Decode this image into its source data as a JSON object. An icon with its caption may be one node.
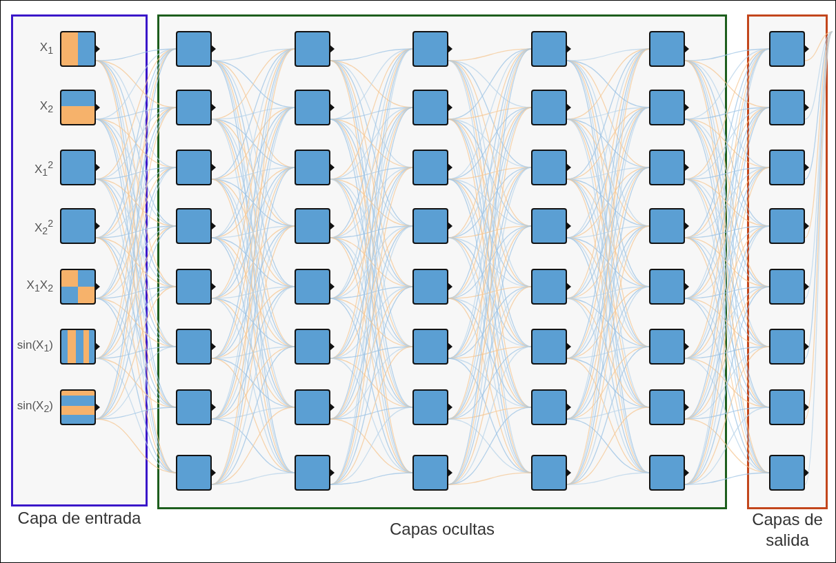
{
  "diagram": {
    "nodes": [
      {
        "text": [
          "Capa de entrada"
        ]
      },
      {
        "text": [],
        "shape": "picture",
        "in": 0,
        "beside": [
          "X$_{1}$"
        ]
      },
      {
        "text": [],
        "shape": "picture",
        "in": 0,
        "beside": [
          "X$_{2}$"
        ]
      },
      {
        "text": [],
        "shape": "box",
        "in": 0,
        "beside": [
          "X$_{1}$$^{2}$"
        ]
      },
      {
        "text": [],
        "shape": "box",
        "in": 0,
        "beside": [
          "X$_{2}$$^{2}$"
        ]
      },
      {
        "text": [],
        "shape": "picture",
        "in": 0,
        "beside": [
          "X$_{1}$X$_{2}$"
        ]
      },
      {
        "text": [],
        "shape": "picture",
        "in": 0,
        "beside": [
          "sin(X$_{1}$)"
        ]
      },
      {
        "text": [],
        "shape": "picture",
        "in": 0,
        "beside": [
          "sin(X$_{2}$)"
        ]
      },
      {
        "text": [
          "Capas ocultas"
        ]
      },
      {
        "text": [],
        "shape": "box",
        "in": 8
      },
      {
        "text": [],
        "shape": "box",
        "in": 8
      },
      {
        "text": [],
        "shape": "box",
        "in": 8
      },
      {
        "text": [],
        "shape": "box",
        "in": 8
      },
      {
        "text": [],
        "shape": "box",
        "in": 8
      },
      {
        "text": [],
        "shape": "box",
        "in": 8
      },
      {
        "text": [],
        "shape": "box",
        "in": 8
      },
      {
        "text": [],
        "shape": "box",
        "in": 8
      },
      {
        "text": [],
        "shape": "box",
        "in": 8
      },
      {
        "text": [],
        "shape": "box",
        "in": 8
      },
      {
        "text": [],
        "shape": "box",
        "in": 8
      },
      {
        "text": [],
        "shape": "box",
        "in": 8
      },
      {
        "text": [],
        "shape": "box",
        "in": 8
      },
      {
        "text": [],
        "shape": "box",
        "in": 8
      },
      {
        "text": [],
        "shape": "box",
        "in": 8
      },
      {
        "text": [],
        "shape": "box",
        "in": 8
      },
      {
        "text": [],
        "shape": "box",
        "in": 8
      },
      {
        "text": [],
        "shape": "box",
        "in": 8
      },
      {
        "text": [],
        "shape": "box",
        "in": 8
      },
      {
        "text": [],
        "shape": "box",
        "in": 8
      },
      {
        "text": [],
        "shape": "box",
        "in": 8
      },
      {
        "text": [],
        "shape": "box",
        "in": 8
      },
      {
        "text": [],
        "shape": "box",
        "in": 8
      },
      {
        "text": [],
        "shape": "box",
        "in": 8
      },
      {
        "text": [],
        "shape": "box",
        "in": 8
      },
      {
        "text": [],
        "shape": "box",
        "in": 8
      },
      {
        "text": [],
        "shape": "box",
        "in": 8
      },
      {
        "text": [],
        "shape": "box",
        "in": 8
      },
      {
        "text": [],
        "shape": "box",
        "in": 8
      },
      {
        "text": [],
        "shape": "box",
        "in": 8
      },
      {
        "text": [],
        "shape": "box",
        "in": 8
      },
      {
        "text": [],
        "shape": "box",
        "in": 8
      },
      {
        "text": [],
        "shape": "box",
        "in": 8
      },
      {
        "text": [],
        "shape": "box",
        "in": 8
      },
      {
        "text": [],
        "shape": "box",
        "in": 8
      },
      {
        "text": [],
        "shape": "box",
        "in": 8
      },
      {
        "text": [],
        "shape": "box",
        "in": 8
      },
      {
        "text": [],
        "shape": "box",
        "in": 8
      },
      {
        "text": [],
        "shape": "box",
        "in": 8
      },
      {
        "text": [],
        "shape": "box",
        "in": 8
      },
      {
        "text": [
          "Capas de salida"
        ]
      },
      {
        "text": [],
        "shape": "box",
        "in": 49
      },
      {
        "text": [],
        "shape": "box",
        "in": 49
      },
      {
        "text": [],
        "shape": "box",
        "in": 49
      },
      {
        "text": [],
        "shape": "box",
        "in": 49
      },
      {
        "text": [],
        "shape": "box",
        "in": 49
      },
      {
        "text": [],
        "shape": "box",
        "in": 49
      },
      {
        "text": [],
        "shape": "box",
        "in": 49
      },
      {
        "text": [],
        "shape": "box",
        "in": 49
      }
    ],
    "edges": [
      {
        "from": 1,
        "to": 9,
        "arrow": "none"
      },
      {
        "from": 1,
        "to": 10,
        "arrow": "none"
      },
      {
        "from": 1,
        "to": 11,
        "arrow": "none"
      },
      {
        "from": 1,
        "to": 12,
        "arrow": "none"
      },
      {
        "from": 1,
        "to": 13,
        "arrow": "none"
      },
      {
        "from": 1,
        "to": 14,
        "arrow": "none"
      },
      {
        "from": 1,
        "to": 15,
        "arrow": "none"
      },
      {
        "from": 1,
        "to": 16,
        "arrow": "none"
      },
      {
        "from": 2,
        "to": 9,
        "arrow": "none"
      },
      {
        "from": 2,
        "to": 10,
        "arrow": "none"
      },
      {
        "from": 2,
        "to": 11,
        "arrow": "none"
      },
      {
        "from": 2,
        "to": 12,
        "arrow": "none"
      },
      {
        "from": 2,
        "to": 13,
        "arrow": "none"
      },
      {
        "from": 2,
        "to": 14,
        "arrow": "none"
      },
      {
        "from": 2,
        "to": 15,
        "arrow": "none"
      },
      {
        "from": 2,
        "to": 16,
        "arrow": "none"
      },
      {
        "from": 3,
        "to": 9,
        "arrow": "none"
      },
      {
        "from": 3,
        "to": 10,
        "arrow": "none"
      },
      {
        "from": 3,
        "to": 11,
        "arrow": "none"
      },
      {
        "from": 3,
        "to": 12,
        "arrow": "none"
      },
      {
        "from": 3,
        "to": 13,
        "arrow": "none"
      },
      {
        "from": 3,
        "to": 14,
        "arrow": "none"
      },
      {
        "from": 3,
        "to": 15,
        "arrow": "none"
      },
      {
        "from": 3,
        "to": 16,
        "arrow": "none"
      },
      {
        "from": 4,
        "to": 9,
        "arrow": "none"
      },
      {
        "from": 4,
        "to": 10,
        "arrow": "none"
      },
      {
        "from": 4,
        "to": 11,
        "arrow": "none"
      },
      {
        "from": 4,
        "to": 12,
        "arrow": "none"
      },
      {
        "from": 4,
        "to": 13,
        "arrow": "none"
      },
      {
        "from": 4,
        "to": 14,
        "arrow": "none"
      },
      {
        "from": 4,
        "to": 15,
        "arrow": "none"
      },
      {
        "from": 4,
        "to": 16,
        "arrow": "none"
      },
      {
        "from": 5,
        "to": 9,
        "arrow": "none"
      },
      {
        "from": 5,
        "to": 10,
        "arrow": "none"
      },
      {
        "from": 5,
        "to": 11,
        "arrow": "none"
      },
      {
        "from": 5,
        "to": 12,
        "arrow": "none"
      },
      {
        "from": 5,
        "to": 13,
        "arrow": "none"
      },
      {
        "from": 5,
        "to": 14,
        "arrow": "none"
      },
      {
        "from": 5,
        "to": 15,
        "arrow": "none"
      },
      {
        "from": 5,
        "to": 16,
        "arrow": "none"
      },
      {
        "from": 6,
        "to": 9,
        "arrow": "none"
      },
      {
        "from": 6,
        "to": 10,
        "arrow": "none"
      },
      {
        "from": 6,
        "to": 11,
        "arrow": "none"
      },
      {
        "from": 6,
        "to": 12,
        "arrow": "none"
      },
      {
        "from": 6,
        "to": 13,
        "arrow": "none"
      },
      {
        "from": 6,
        "to": 14,
        "arrow": "none"
      },
      {
        "from": 6,
        "to": 15,
        "arrow": "none"
      },
      {
        "from": 6,
        "to": 16,
        "arrow": "none"
      },
      {
        "from": 7,
        "to": 9,
        "arrow": "none"
      },
      {
        "from": 7,
        "to": 10,
        "arrow": "none"
      },
      {
        "from": 7,
        "to": 11,
        "arrow": "none"
      },
      {
        "from": 7,
        "to": 12,
        "arrow": "none"
      },
      {
        "from": 7,
        "to": 13,
        "arrow": "none"
      },
      {
        "from": 7,
        "to": 14,
        "arrow": "none"
      },
      {
        "from": 7,
        "to": 15,
        "arrow": "none"
      },
      {
        "from": 7,
        "to": 16,
        "arrow": "none"
      },
      {
        "from": 9,
        "to": 17,
        "arrow": "none"
      },
      {
        "from": 9,
        "to": 18,
        "arrow": "none"
      },
      {
        "from": 9,
        "to": 19,
        "arrow": "none"
      },
      {
        "from": 9,
        "to": 20,
        "arrow": "none"
      },
      {
        "from": 9,
        "to": 21,
        "arrow": "none"
      },
      {
        "from": 9,
        "to": 22,
        "arrow": "none"
      },
      {
        "from": 9,
        "to": 23,
        "arrow": "none"
      },
      {
        "from": 9,
        "to": 24,
        "arrow": "none"
      },
      {
        "from": 10,
        "to": 17,
        "arrow": "none"
      },
      {
        "from": 10,
        "to": 18,
        "arrow": "none"
      },
      {
        "from": 10,
        "to": 19,
        "arrow": "none"
      },
      {
        "from": 10,
        "to": 20,
        "arrow": "none"
      },
      {
        "from": 10,
        "to": 21,
        "arrow": "none"
      },
      {
        "from": 10,
        "to": 22,
        "arrow": "none"
      },
      {
        "from": 10,
        "to": 23,
        "arrow": "none"
      },
      {
        "from": 10,
        "to": 24,
        "arrow": "none"
      },
      {
        "from": 11,
        "to": 17,
        "arrow": "none"
      },
      {
        "from": 11,
        "to": 18,
        "arrow": "none"
      },
      {
        "from": 11,
        "to": 19,
        "arrow": "none"
      },
      {
        "from": 11,
        "to": 20,
        "arrow": "none"
      },
      {
        "from": 11,
        "to": 21,
        "arrow": "none"
      },
      {
        "from": 11,
        "to": 22,
        "arrow": "none"
      },
      {
        "from": 11,
        "to": 23,
        "arrow": "none"
      },
      {
        "from": 11,
        "to": 24,
        "arrow": "none"
      },
      {
        "from": 12,
        "to": 17,
        "arrow": "none"
      },
      {
        "from": 12,
        "to": 18,
        "arrow": "none"
      },
      {
        "from": 12,
        "to": 19,
        "arrow": "none"
      },
      {
        "from": 12,
        "to": 20,
        "arrow": "none"
      },
      {
        "from": 12,
        "to": 21,
        "arrow": "none"
      },
      {
        "from": 12,
        "to": 22,
        "arrow": "none"
      },
      {
        "from": 12,
        "to": 23,
        "arrow": "none"
      },
      {
        "from": 12,
        "to": 24,
        "arrow": "none"
      },
      {
        "from": 13,
        "to": 17,
        "arrow": "none"
      },
      {
        "from": 13,
        "to": 18,
        "arrow": "none"
      },
      {
        "from": 13,
        "to": 19,
        "arrow": "none"
      },
      {
        "from": 13,
        "to": 20,
        "arrow": "none"
      },
      {
        "from": 13,
        "to": 21,
        "arrow": "none"
      },
      {
        "from": 13,
        "to": 22,
        "arrow": "none"
      },
      {
        "from": 13,
        "to": 23,
        "arrow": "none"
      },
      {
        "from": 13,
        "to": 24,
        "arrow": "none"
      },
      {
        "from": 14,
        "to": 17,
        "arrow": "none"
      },
      {
        "from": 14,
        "to": 18,
        "arrow": "none"
      },
      {
        "from": 14,
        "to": 19,
        "arrow": "none"
      },
      {
        "from": 14,
        "to": 20,
        "arrow": "none"
      },
      {
        "from": 14,
        "to": 21,
        "arrow": "none"
      },
      {
        "from": 14,
        "to": 22,
        "arrow": "none"
      },
      {
        "from": 14,
        "to": 23,
        "arrow": "none"
      },
      {
        "from": 14,
        "to": 24,
        "arrow": "none"
      },
      {
        "from": 15,
        "to": 17,
        "arrow": "none"
      },
      {
        "from": 15,
        "to": 18,
        "arrow": "none"
      },
      {
        "from": 15,
        "to": 19,
        "arrow": "none"
      },
      {
        "from": 15,
        "to": 20,
        "arrow": "none"
      },
      {
        "from": 15,
        "to": 21,
        "arrow": "none"
      },
      {
        "from": 15,
        "to": 22,
        "arrow": "none"
      },
      {
        "from": 15,
        "to": 23,
        "arrow": "none"
      },
      {
        "from": 15,
        "to": 24,
        "arrow": "none"
      },
      {
        "from": 16,
        "to": 17,
        "arrow": "none"
      },
      {
        "from": 16,
        "to": 18,
        "arrow": "none"
      },
      {
        "from": 16,
        "to": 19,
        "arrow": "none"
      },
      {
        "from": 16,
        "to": 20,
        "arrow": "none"
      },
      {
        "from": 16,
        "to": 21,
        "arrow": "none"
      },
      {
        "from": 16,
        "to": 22,
        "arrow": "none"
      },
      {
        "from": 16,
        "to": 23,
        "arrow": "none"
      },
      {
        "from": 16,
        "to": 24,
        "arrow": "none"
      },
      {
        "from": 17,
        "to": 25,
        "arrow": "none"
      },
      {
        "from": 17,
        "to": 26,
        "arrow": "none"
      },
      {
        "from": 17,
        "to": 27,
        "arrow": "none"
      },
      {
        "from": 17,
        "to": 28,
        "arrow": "none"
      },
      {
        "from": 17,
        "to": 29,
        "arrow": "none"
      },
      {
        "from": 17,
        "to": 30,
        "arrow": "none"
      },
      {
        "from": 17,
        "to": 31,
        "arrow": "none"
      },
      {
        "from": 17,
        "to": 32,
        "arrow": "none"
      },
      {
        "from": 18,
        "to": 25,
        "arrow": "none"
      },
      {
        "from": 18,
        "to": 26,
        "arrow": "none"
      },
      {
        "from": 18,
        "to": 27,
        "arrow": "none"
      },
      {
        "from": 18,
        "to": 28,
        "arrow": "none"
      },
      {
        "from": 18,
        "to": 29,
        "arrow": "none"
      },
      {
        "from": 18,
        "to": 30,
        "arrow": "none"
      },
      {
        "from": 18,
        "to": 31,
        "arrow": "none"
      },
      {
        "from": 18,
        "to": 32,
        "arrow": "none"
      },
      {
        "from": 19,
        "to": 25,
        "arrow": "none"
      },
      {
        "from": 19,
        "to": 26,
        "arrow": "none"
      },
      {
        "from": 19,
        "to": 27,
        "arrow": "none"
      },
      {
        "from": 19,
        "to": 28,
        "arrow": "none"
      },
      {
        "from": 19,
        "to": 29,
        "arrow": "none"
      },
      {
        "from": 19,
        "to": 30,
        "arrow": "none"
      },
      {
        "from": 19,
        "to": 31,
        "arrow": "none"
      },
      {
        "from": 19,
        "to": 32,
        "arrow": "none"
      },
      {
        "from": 20,
        "to": 25,
        "arrow": "none"
      },
      {
        "from": 20,
        "to": 26,
        "arrow": "none"
      },
      {
        "from": 20,
        "to": 27,
        "arrow": "none"
      },
      {
        "from": 20,
        "to": 28,
        "arrow": "none"
      },
      {
        "from": 20,
        "to": 29,
        "arrow": "none"
      },
      {
        "from": 20,
        "to": 30,
        "arrow": "none"
      },
      {
        "from": 20,
        "to": 31,
        "arrow": "none"
      },
      {
        "from": 20,
        "to": 32,
        "arrow": "none"
      },
      {
        "from": 21,
        "to": 25,
        "arrow": "none"
      },
      {
        "from": 21,
        "to": 26,
        "arrow": "none"
      },
      {
        "from": 21,
        "to": 27,
        "arrow": "none"
      },
      {
        "from": 21,
        "to": 28,
        "arrow": "none"
      },
      {
        "from": 21,
        "to": 29,
        "arrow": "none"
      },
      {
        "from": 21,
        "to": 30,
        "arrow": "none"
      },
      {
        "from": 21,
        "to": 31,
        "arrow": "none"
      },
      {
        "from": 21,
        "to": 32,
        "arrow": "none"
      },
      {
        "from": 22,
        "to": 25,
        "arrow": "none"
      },
      {
        "from": 22,
        "to": 26,
        "arrow": "none"
      },
      {
        "from": 22,
        "to": 27,
        "arrow": "none"
      },
      {
        "from": 22,
        "to": 28,
        "arrow": "none"
      },
      {
        "from": 22,
        "to": 29,
        "arrow": "none"
      },
      {
        "from": 22,
        "to": 30,
        "arrow": "none"
      },
      {
        "from": 22,
        "to": 31,
        "arrow": "none"
      },
      {
        "from": 22,
        "to": 32,
        "arrow": "none"
      },
      {
        "from": 23,
        "to": 25,
        "arrow": "none"
      },
      {
        "from": 23,
        "to": 26,
        "arrow": "none"
      },
      {
        "from": 23,
        "to": 27,
        "arrow": "none"
      },
      {
        "from": 23,
        "to": 28,
        "arrow": "none"
      },
      {
        "from": 23,
        "to": 29,
        "arrow": "none"
      },
      {
        "from": 23,
        "to": 30,
        "arrow": "none"
      },
      {
        "from": 23,
        "to": 31,
        "arrow": "none"
      },
      {
        "from": 23,
        "to": 32,
        "arrow": "none"
      },
      {
        "from": 24,
        "to": 25,
        "arrow": "none"
      },
      {
        "from": 24,
        "to": 26,
        "arrow": "none"
      },
      {
        "from": 24,
        "to": 27,
        "arrow": "none"
      },
      {
        "from": 24,
        "to": 28,
        "arrow": "none"
      },
      {
        "from": 24,
        "to": 29,
        "arrow": "none"
      },
      {
        "from": 24,
        "to": 30,
        "arrow": "none"
      },
      {
        "from": 24,
        "to": 31,
        "arrow": "none"
      },
      {
        "from": 24,
        "to": 32,
        "arrow": "none"
      },
      {
        "from": 25,
        "to": 33,
        "arrow": "none"
      },
      {
        "from": 25,
        "to": 34,
        "arrow": "none"
      },
      {
        "from": 25,
        "to": 35,
        "arrow": "none"
      },
      {
        "from": 25,
        "to": 36,
        "arrow": "none"
      },
      {
        "from": 25,
        "to": 37,
        "arrow": "none"
      },
      {
        "from": 25,
        "to": 38,
        "arrow": "none"
      },
      {
        "from": 25,
        "to": 39,
        "arrow": "none"
      },
      {
        "from": 25,
        "to": 40,
        "arrow": "none"
      },
      {
        "from": 26,
        "to": 33,
        "arrow": "none"
      },
      {
        "from": 26,
        "to": 34,
        "arrow": "none"
      },
      {
        "from": 26,
        "to": 35,
        "arrow": "none"
      },
      {
        "from": 26,
        "to": 36,
        "arrow": "none"
      },
      {
        "from": 26,
        "to": 37,
        "arrow": "none"
      },
      {
        "from": 26,
        "to": 38,
        "arrow": "none"
      },
      {
        "from": 26,
        "to": 39,
        "arrow": "none"
      },
      {
        "from": 26,
        "to": 40,
        "arrow": "none"
      },
      {
        "from": 27,
        "to": 33,
        "arrow": "none"
      },
      {
        "from": 27,
        "to": 34,
        "arrow": "none"
      },
      {
        "from": 27,
        "to": 35,
        "arrow": "none"
      },
      {
        "from": 27,
        "to": 36,
        "arrow": "none"
      },
      {
        "from": 27,
        "to": 37,
        "arrow": "none"
      },
      {
        "from": 27,
        "to": 38,
        "arrow": "none"
      },
      {
        "from": 27,
        "to": 39,
        "arrow": "none"
      },
      {
        "from": 27,
        "to": 40,
        "arrow": "none"
      },
      {
        "from": 28,
        "to": 33,
        "arrow": "none"
      },
      {
        "from": 28,
        "to": 34,
        "arrow": "none"
      },
      {
        "from": 28,
        "to": 35,
        "arrow": "none"
      },
      {
        "from": 28,
        "to": 36,
        "arrow": "none"
      },
      {
        "from": 28,
        "to": 37,
        "arrow": "none"
      },
      {
        "from": 28,
        "to": 38,
        "arrow": "none"
      },
      {
        "from": 28,
        "to": 39,
        "arrow": "none"
      },
      {
        "from": 28,
        "to": 40,
        "arrow": "none"
      },
      {
        "from": 29,
        "to": 33,
        "arrow": "none"
      },
      {
        "from": 29,
        "to": 34,
        "arrow": "none"
      },
      {
        "from": 29,
        "to": 35,
        "arrow": "none"
      },
      {
        "from": 29,
        "to": 36,
        "arrow": "none"
      },
      {
        "from": 29,
        "to": 37,
        "arrow": "none"
      },
      {
        "from": 29,
        "to": 38,
        "arrow": "none"
      },
      {
        "from": 29,
        "to": 39,
        "arrow": "none"
      },
      {
        "from": 29,
        "to": 40,
        "arrow": "none"
      },
      {
        "from": 30,
        "to": 33,
        "arrow": "none"
      },
      {
        "from": 30,
        "to": 34,
        "arrow": "none"
      },
      {
        "from": 30,
        "to": 35,
        "arrow": "none"
      },
      {
        "from": 30,
        "to": 36,
        "arrow": "none"
      },
      {
        "from": 30,
        "to": 37,
        "arrow": "none"
      },
      {
        "from": 30,
        "to": 38,
        "arrow": "none"
      },
      {
        "from": 30,
        "to": 39,
        "arrow": "none"
      },
      {
        "from": 30,
        "to": 40,
        "arrow": "none"
      },
      {
        "from": 31,
        "to": 33,
        "arrow": "none"
      },
      {
        "from": 31,
        "to": 34,
        "arrow": "none"
      },
      {
        "from": 31,
        "to": 35,
        "arrow": "none"
      },
      {
        "from": 31,
        "to": 36,
        "arrow": "none"
      },
      {
        "from": 31,
        "to": 37,
        "arrow": "none"
      },
      {
        "from": 31,
        "to": 38,
        "arrow": "none"
      },
      {
        "from": 31,
        "to": 39,
        "arrow": "none"
      },
      {
        "from": 31,
        "to": 40,
        "arrow": "none"
      },
      {
        "from": 32,
        "to": 33,
        "arrow": "none"
      },
      {
        "from": 32,
        "to": 34,
        "arrow": "none"
      },
      {
        "from": 32,
        "to": 35,
        "arrow": "none"
      },
      {
        "from": 32,
        "to": 36,
        "arrow": "none"
      },
      {
        "from": 32,
        "to": 37,
        "arrow": "none"
      },
      {
        "from": 32,
        "to": 38,
        "arrow": "none"
      },
      {
        "from": 32,
        "to": 39,
        "arrow": "none"
      },
      {
        "from": 32,
        "to": 40,
        "arrow": "none"
      },
      {
        "from": 33,
        "to": 41,
        "arrow": "none"
      },
      {
        "from": 33,
        "to": 42,
        "arrow": "none"
      },
      {
        "from": 33,
        "to": 43,
        "arrow": "none"
      },
      {
        "from": 33,
        "to": 44,
        "arrow": "none"
      },
      {
        "from": 33,
        "to": 45,
        "arrow": "none"
      },
      {
        "from": 33,
        "to": 46,
        "arrow": "none"
      },
      {
        "from": 33,
        "to": 47,
        "arrow": "none"
      },
      {
        "from": 33,
        "to": 48,
        "arrow": "none"
      },
      {
        "from": 34,
        "to": 41,
        "arrow": "none"
      },
      {
        "from": 34,
        "to": 42,
        "arrow": "none"
      },
      {
        "from": 34,
        "to": 43,
        "arrow": "none"
      },
      {
        "from": 34,
        "to": 44,
        "arrow": "none"
      },
      {
        "from": 34,
        "to": 45,
        "arrow": "none"
      },
      {
        "from": 34,
        "to": 46,
        "arrow": "none"
      },
      {
        "from": 34,
        "to": 47,
        "arrow": "none"
      },
      {
        "from": 34,
        "to": 48,
        "arrow": "none"
      },
      {
        "from": 35,
        "to": 41,
        "arrow": "none"
      },
      {
        "from": 35,
        "to": 42,
        "arrow": "none"
      },
      {
        "from": 35,
        "to": 43,
        "arrow": "none"
      },
      {
        "from": 35,
        "to": 44,
        "arrow": "none"
      },
      {
        "from": 35,
        "to": 45,
        "arrow": "none"
      },
      {
        "from": 35,
        "to": 46,
        "arrow": "none"
      },
      {
        "from": 35,
        "to": 47,
        "arrow": "none"
      },
      {
        "from": 35,
        "to": 48,
        "arrow": "none"
      },
      {
        "from": 36,
        "to": 41,
        "arrow": "none"
      },
      {
        "from": 36,
        "to": 42,
        "arrow": "none"
      },
      {
        "from": 36,
        "to": 43,
        "arrow": "none"
      },
      {
        "from": 36,
        "to": 44,
        "arrow": "none"
      },
      {
        "from": 36,
        "to": 45,
        "arrow": "none"
      },
      {
        "from": 36,
        "to": 46,
        "arrow": "none"
      },
      {
        "from": 36,
        "to": 47,
        "arrow": "none"
      },
      {
        "from": 36,
        "to": 48,
        "arrow": "none"
      },
      {
        "from": 37,
        "to": 41,
        "arrow": "none"
      },
      {
        "from": 37,
        "to": 42,
        "arrow": "none"
      },
      {
        "from": 37,
        "to": 43,
        "arrow": "none"
      },
      {
        "from": 37,
        "to": 44,
        "arrow": "none"
      },
      {
        "from": 37,
        "to": 45,
        "arrow": "none"
      },
      {
        "from": 37,
        "to": 46,
        "arrow": "none"
      },
      {
        "from": 37,
        "to": 47,
        "arrow": "none"
      },
      {
        "from": 37,
        "to": 48,
        "arrow": "none"
      },
      {
        "from": 38,
        "to": 41,
        "arrow": "none"
      },
      {
        "from": 38,
        "to": 42,
        "arrow": "none"
      },
      {
        "from": 38,
        "to": 43,
        "arrow": "none"
      },
      {
        "from": 38,
        "to": 44,
        "arrow": "none"
      },
      {
        "from": 38,
        "to": 45,
        "arrow": "none"
      },
      {
        "from": 38,
        "to": 46,
        "arrow": "none"
      },
      {
        "from": 38,
        "to": 47,
        "arrow": "none"
      },
      {
        "from": 38,
        "to": 48,
        "arrow": "none"
      },
      {
        "from": 39,
        "to": 41,
        "arrow": "none"
      },
      {
        "from": 39,
        "to": 42,
        "arrow": "none"
      },
      {
        "from": 39,
        "to": 43,
        "arrow": "none"
      },
      {
        "from": 39,
        "to": 44,
        "arrow": "none"
      },
      {
        "from": 39,
        "to": 45,
        "arrow": "none"
      },
      {
        "from": 39,
        "to": 46,
        "arrow": "none"
      },
      {
        "from": 39,
        "to": 47,
        "arrow": "none"
      },
      {
        "from": 39,
        "to": 48,
        "arrow": "none"
      },
      {
        "from": 40,
        "to": 41,
        "arrow": "none"
      },
      {
        "from": 40,
        "to": 42,
        "arrow": "none"
      },
      {
        "from": 40,
        "to": 43,
        "arrow": "none"
      },
      {
        "from": 40,
        "to": 44,
        "arrow": "none"
      },
      {
        "from": 40,
        "to": 45,
        "arrow": "none"
      },
      {
        "from": 40,
        "to": 46,
        "arrow": "none"
      },
      {
        "from": 40,
        "to": 47,
        "arrow": "none"
      },
      {
        "from": 40,
        "to": 48,
        "arrow": "none"
      },
      {
        "from": 41,
        "to": 50,
        "arrow": "none"
      },
      {
        "from": 41,
        "to": 51,
        "arrow": "none"
      },
      {
        "from": 41,
        "to": 52,
        "arrow": "none"
      },
      {
        "from": 41,
        "to": 53,
        "arrow": "none"
      },
      {
        "from": 41,
        "to": 54,
        "arrow": "none"
      },
      {
        "from": 41,
        "to": 55,
        "arrow": "none"
      },
      {
        "from": 41,
        "to": 56,
        "arrow": "none"
      },
      {
        "from": 41,
        "to": 57,
        "arrow": "none"
      },
      {
        "from": 42,
        "to": 50,
        "arrow": "none"
      },
      {
        "from": 42,
        "to": 51,
        "arrow": "none"
      },
      {
        "from": 42,
        "to": 52,
        "arrow": "none"
      },
      {
        "from": 42,
        "to": 53,
        "arrow": "none"
      },
      {
        "from": 42,
        "to": 54,
        "arrow": "none"
      },
      {
        "from": 42,
        "to": 55,
        "arrow": "none"
      },
      {
        "from": 42,
        "to": 56,
        "arrow": "none"
      },
      {
        "from": 42,
        "to": 57,
        "arrow": "none"
      },
      {
        "from": 43,
        "to": 50,
        "arrow": "none"
      },
      {
        "from": 43,
        "to": 51,
        "arrow": "none"
      },
      {
        "from": 43,
        "to": 52,
        "arrow": "none"
      },
      {
        "from": 43,
        "to": 53,
        "arrow": "none"
      },
      {
        "from": 43,
        "to": 54,
        "arrow": "none"
      },
      {
        "from": 43,
        "to": 55,
        "arrow": "none"
      },
      {
        "from": 43,
        "to": 56,
        "arrow": "none"
      },
      {
        "from": 43,
        "to": 57,
        "arrow": "none"
      },
      {
        "from": 44,
        "to": 50,
        "arrow": "none"
      },
      {
        "from": 44,
        "to": 51,
        "arrow": "none"
      },
      {
        "from": 44,
        "to": 52,
        "arrow": "none"
      },
      {
        "from": 44,
        "to": 53,
        "arrow": "none"
      },
      {
        "from": 44,
        "to": 54,
        "arrow": "none"
      },
      {
        "from": 44,
        "to": 55,
        "arrow": "none"
      },
      {
        "from": 44,
        "to": 56,
        "arrow": "none"
      },
      {
        "from": 44,
        "to": 57,
        "arrow": "none"
      },
      {
        "from": 45,
        "to": 50,
        "arrow": "none"
      },
      {
        "from": 45,
        "to": 51,
        "arrow": "none"
      },
      {
        "from": 45,
        "to": 52,
        "arrow": "none"
      },
      {
        "from": 45,
        "to": 53,
        "arrow": "none"
      },
      {
        "from": 45,
        "to": 54,
        "arrow": "none"
      },
      {
        "from": 45,
        "to": 55,
        "arrow": "none"
      },
      {
        "from": 45,
        "to": 56,
        "arrow": "none"
      },
      {
        "from": 45,
        "to": 57,
        "arrow": "none"
      },
      {
        "from": 46,
        "to": 50,
        "arrow": "none"
      },
      {
        "from": 46,
        "to": 51,
        "arrow": "none"
      },
      {
        "from": 46,
        "to": 52,
        "arrow": "none"
      },
      {
        "from": 46,
        "to": 53,
        "arrow": "none"
      },
      {
        "from": 46,
        "to": 54,
        "arrow": "none"
      },
      {
        "from": 46,
        "to": 55,
        "arrow": "none"
      },
      {
        "from": 46,
        "to": 56,
        "arrow": "none"
      },
      {
        "from": 46,
        "to": 57,
        "arrow": "none"
      },
      {
        "from": 47,
        "to": 50,
        "arrow": "none"
      },
      {
        "from": 47,
        "to": 51,
        "arrow": "none"
      },
      {
        "from": 47,
        "to": 52,
        "arrow": "none"
      },
      {
        "from": 47,
        "to": 53,
        "arrow": "none"
      },
      {
        "from": 47,
        "to": 54,
        "arrow": "none"
      },
      {
        "from": 47,
        "to": 55,
        "arrow": "none"
      },
      {
        "from": 47,
        "to": 56,
        "arrow": "none"
      },
      {
        "from": 47,
        "to": 57,
        "arrow": "none"
      },
      {
        "from": 48,
        "to": 50,
        "arrow": "none"
      },
      {
        "from": 48,
        "to": 51,
        "arrow": "none"
      },
      {
        "from": 48,
        "to": 52,
        "arrow": "none"
      },
      {
        "from": 48,
        "to": 53,
        "arrow": "none"
      },
      {
        "from": 48,
        "to": 54,
        "arrow": "none"
      },
      {
        "from": 48,
        "to": 55,
        "arrow": "none"
      },
      {
        "from": 48,
        "to": 56,
        "arrow": "none"
      },
      {
        "from": 48,
        "to": 57,
        "arrow": "none"
      },
      {
        "from": 50,
        "to": null,
        "arrow": "none"
      },
      {
        "from": 51,
        "to": null,
        "arrow": "none"
      },
      {
        "from": 52,
        "to": null,
        "arrow": "none"
      },
      {
        "from": 53,
        "to": null,
        "arrow": "none"
      },
      {
        "from": 54,
        "to": null,
        "arrow": "none"
      },
      {
        "from": 55,
        "to": null,
        "arrow": "none"
      },
      {
        "from": 56,
        "to": null,
        "arrow": "none"
      },
      {
        "from": 57,
        "to": null,
        "arrow": "none"
      }
    ]
  }
}
